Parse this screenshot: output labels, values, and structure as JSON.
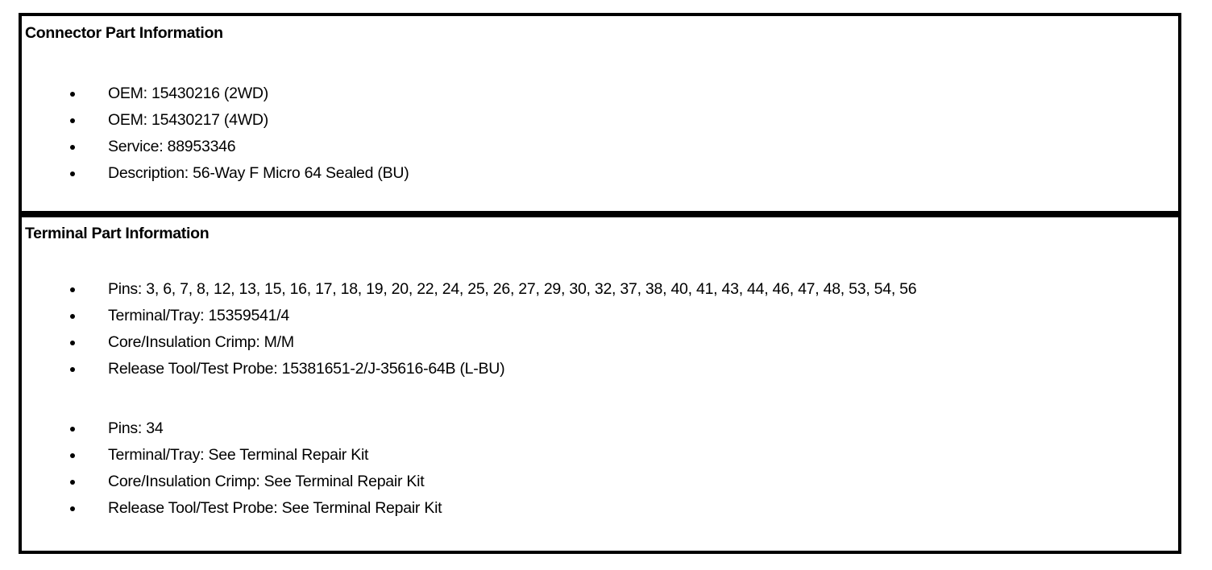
{
  "document": {
    "sections": [
      {
        "id": "connector",
        "title": "Connector Part Information",
        "groups": [
          {
            "items": [
              "OEM: 15430216 (2WD)",
              "OEM: 15430217 (4WD)",
              "Service: 88953346",
              "Description: 56-Way F Micro 64 Sealed (BU)"
            ]
          }
        ]
      },
      {
        "id": "terminal",
        "title": "Terminal Part Information",
        "groups": [
          {
            "items": [
              "Pins: 3, 6, 7, 8, 12, 13, 15, 16, 17, 18, 19, 20, 22, 24, 25, 26, 27, 29, 30, 32, 37, 38, 40, 41, 43, 44, 46, 47, 48, 53, 54, 56",
              "Terminal/Tray: 15359541/4",
              "Core/Insulation Crimp: M/M",
              "Release Tool/Test Probe: 15381651-2/J-35616-64B (L-BU)"
            ]
          },
          {
            "items": [
              "Pins: 34",
              "Terminal/Tray: See Terminal Repair Kit",
              "Core/Insulation Crimp: See Terminal Repair Kit",
              "Release Tool/Test Probe: See Terminal Repair Kit"
            ]
          }
        ]
      }
    ]
  }
}
